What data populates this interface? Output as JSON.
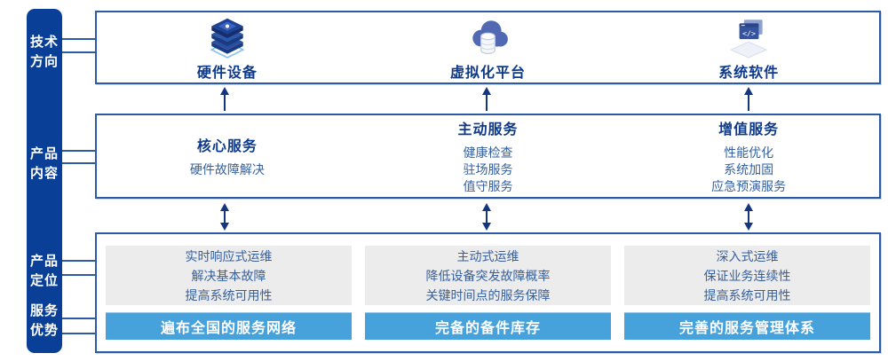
{
  "palette": {
    "sidebar_blue": "#0a3f98",
    "border_line_blue": "#2d5aa5",
    "title_navy": "#0d3a8c",
    "body_text_blue": "#35609f",
    "advantage_bar_blue": "#47a2dc",
    "panel_gray": "#ececec",
    "arrow_navy": "#16357f"
  },
  "sidebar": {
    "items": [
      {
        "line1": "技术",
        "line2": "方向"
      },
      {
        "line1": "产品",
        "line2": "内容"
      },
      {
        "line1": "产品",
        "line2": "定位"
      },
      {
        "line1": "服务",
        "line2": "优势"
      }
    ]
  },
  "tech_directions": {
    "columns": [
      {
        "icon": "server-stack-icon",
        "label": "硬件设备"
      },
      {
        "icon": "cloud-database-icon",
        "label": "虚拟化平台"
      },
      {
        "icon": "software-window-icon",
        "label": "系统软件"
      }
    ]
  },
  "product_content": {
    "columns": [
      {
        "title": "核心服务",
        "items": [
          "硬件故障解决"
        ]
      },
      {
        "title": "主动服务",
        "items": [
          "健康检查",
          "驻场服务",
          "值守服务"
        ]
      },
      {
        "title": "增值服务",
        "items": [
          "性能优化",
          "系统加固",
          "应急预演服务"
        ]
      }
    ]
  },
  "product_positioning": {
    "columns": [
      {
        "points": [
          "实时响应式运维",
          "解决基本故障",
          "提高系统可用性"
        ],
        "advantage": "遍布全国的服务网络"
      },
      {
        "points": [
          "主动式运维",
          "降低设备突发故障概率",
          "关键时间点的服务保障"
        ],
        "advantage": "完备的备件库存"
      },
      {
        "points": [
          "深入式运维",
          "保证业务连续性",
          "提高系统可用性"
        ],
        "advantage": "完善的服务管理体系"
      }
    ]
  }
}
